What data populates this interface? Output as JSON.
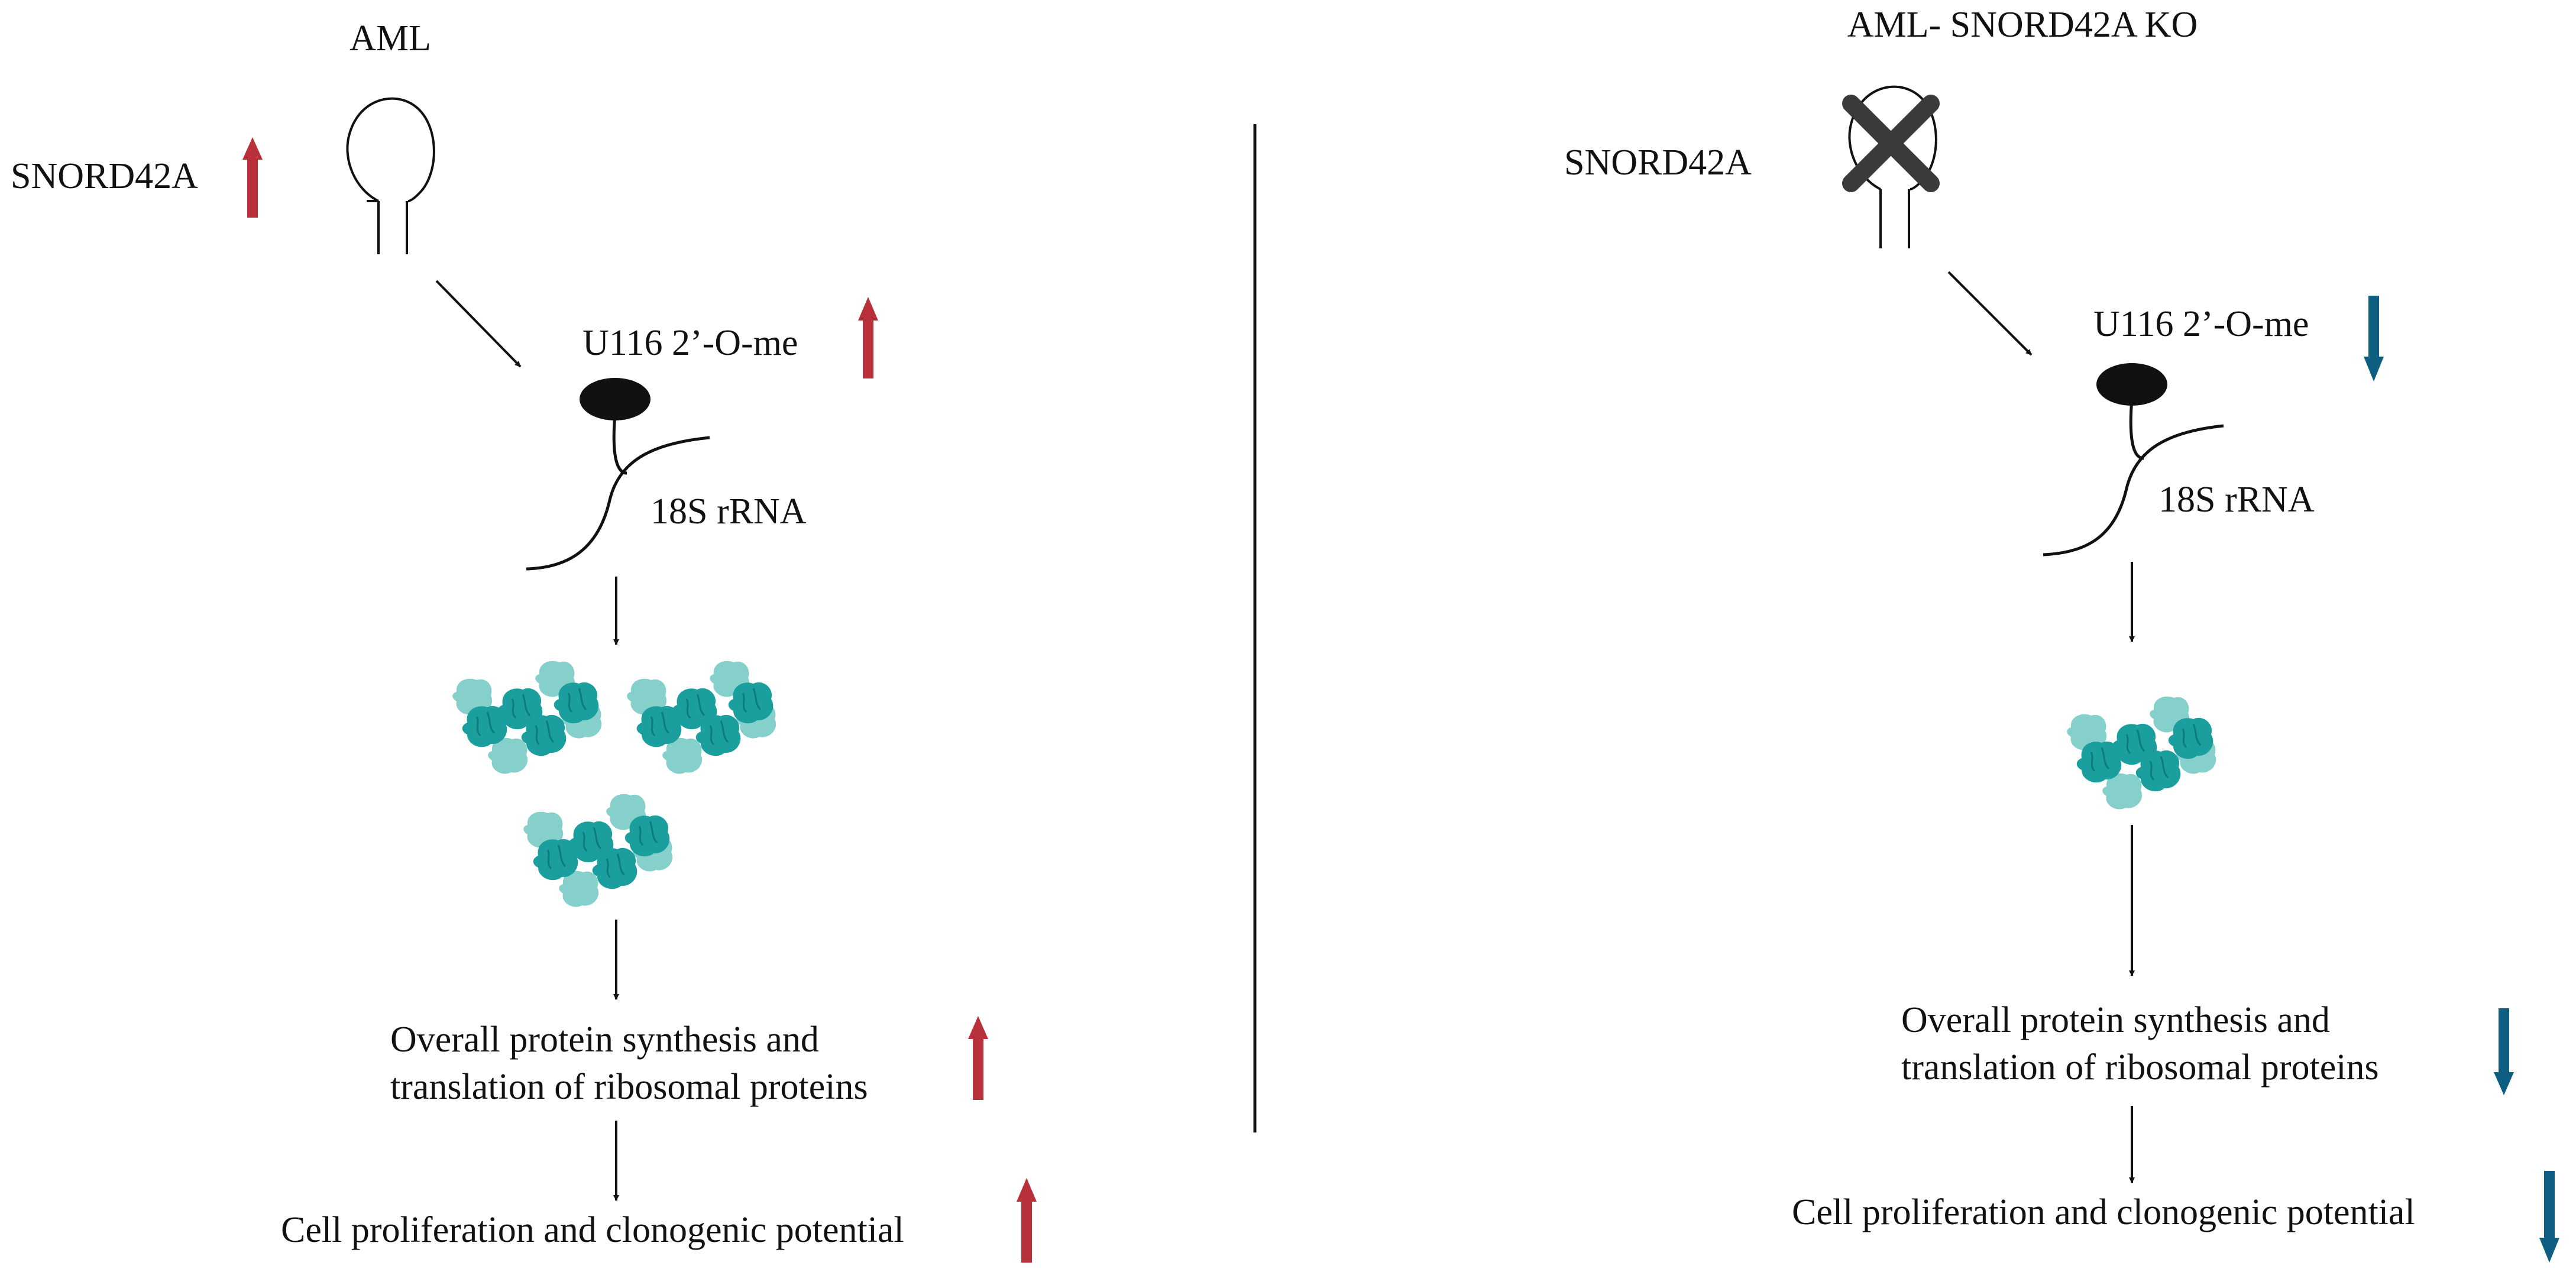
{
  "colors": {
    "up_arrow": "#b83039",
    "down_arrow": "#0d5e80",
    "ribosome_dark": "#1a9e9e",
    "ribosome_light": "#86d0cc",
    "line": "#111111",
    "ko_cross": "#3a3a3a"
  },
  "left_panel": {
    "title": "AML",
    "snord_label": "SNORD42A",
    "snord_change": "up",
    "methylation_label": "U116 2’-O-me",
    "methylation_change": "up",
    "rrna_label": "18S rRNA",
    "ribosome_cluster_count": 3,
    "protein_label_line1": "Overall protein synthesis and",
    "protein_label_line2": "translation of ribosomal proteins",
    "protein_change": "up",
    "proliferation_label": "Cell proliferation and clonogenic potential",
    "proliferation_change": "up"
  },
  "right_panel": {
    "title": "AML- SNORD42A KO",
    "snord_label": "SNORD42A",
    "snord_state": "knocked-out",
    "methylation_label": "U116 2’-O-me",
    "methylation_change": "down",
    "rrna_label": "18S rRNA",
    "ribosome_cluster_count": 1,
    "protein_label_line1": "Overall protein synthesis and",
    "protein_label_line2": "translation of ribosomal proteins",
    "protein_change": "down",
    "proliferation_label": "Cell proliferation and clonogenic potential",
    "proliferation_change": "down"
  }
}
